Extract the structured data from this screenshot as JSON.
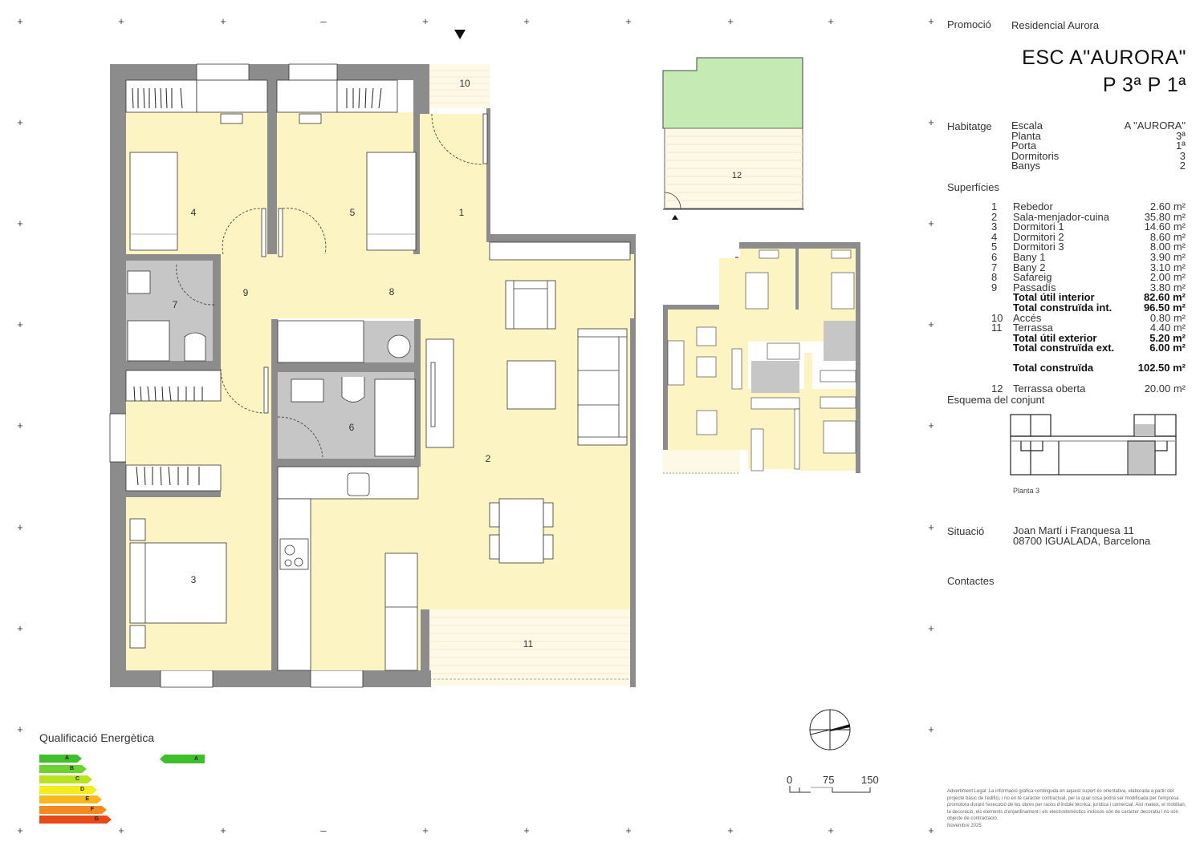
{
  "header": {
    "promotion_label": "Promoció",
    "promotion_value": "Residencial Aurora",
    "title_line1": "ESC A\"AURORA\"",
    "title_line2": "P 3ª P 1ª"
  },
  "dwelling": {
    "label": "Habitatge",
    "rows": [
      {
        "key": "Escala",
        "value": "A \"AURORA\""
      },
      {
        "key": "Planta",
        "value": "3ª"
      },
      {
        "key": "Porta",
        "value": "1ª"
      },
      {
        "key": "Dormitoris",
        "value": "3"
      },
      {
        "key": "Banys",
        "value": "2"
      }
    ]
  },
  "surfaces": {
    "label": "Superfícies",
    "rows": [
      {
        "n": "1",
        "name": "Rebedor",
        "value": "2.60 m²",
        "bold": false
      },
      {
        "n": "2",
        "name": "Sala-menjador-cuina",
        "value": "35.80 m²",
        "bold": false
      },
      {
        "n": "3",
        "name": "Dormitori 1",
        "value": "14.60 m²",
        "bold": false
      },
      {
        "n": "4",
        "name": "Dormitori 2",
        "value": "8.60 m²",
        "bold": false
      },
      {
        "n": "5",
        "name": "Dormitori 3",
        "value": "8.00 m²",
        "bold": false
      },
      {
        "n": "6",
        "name": "Bany 1",
        "value": "3.90 m²",
        "bold": false
      },
      {
        "n": "7",
        "name": "Bany 2",
        "value": "3.10 m²",
        "bold": false
      },
      {
        "n": "8",
        "name": "Safareig",
        "value": "2.00 m²",
        "bold": false
      },
      {
        "n": "9",
        "name": "Passadís",
        "value": "3.80 m²",
        "bold": false
      },
      {
        "n": "",
        "name": "Total útil interior",
        "value": "82.60 m²",
        "bold": true
      },
      {
        "n": "",
        "name": "Total construïda int.",
        "value": "96.50 m²",
        "bold": true
      },
      {
        "n": "10",
        "name": "Accés",
        "value": "0.80 m²",
        "bold": false
      },
      {
        "n": "11",
        "name": "Terrassa",
        "value": "4.40 m²",
        "bold": false
      },
      {
        "n": "",
        "name": "Total útil exterior",
        "value": "5.20 m²",
        "bold": true
      },
      {
        "n": "",
        "name": "Total construïda ext.",
        "value": "6.00 m²",
        "bold": true
      }
    ],
    "total_built": {
      "name": "Total construïda",
      "value": "102.50 m²"
    },
    "open_terrace": {
      "n": "12",
      "name": "Terrassa oberta",
      "value": "20.00 m²"
    }
  },
  "scheme": {
    "label": "Esquema del conjunt",
    "floor_label": "Planta 3"
  },
  "location": {
    "label": "Situació",
    "line1": "Joan Martí i Franquesa 11",
    "line2": "08700 IGUALADA, Barcelona"
  },
  "contacts": {
    "label": "Contactes"
  },
  "legal": {
    "text": "Advertiment Legal: La informació gràfica continguda en aquest suport és orientativa, elaborada a partir del projecte bàsic de l'edifici, i no en té caràcter contractual, per la qual cosa podrà ser modificada per l'empresa promotora durant l'execució de les obres per raons d'índole tècnica, jurídica i comercial. Així mateix, el mobiliari, la decoració, els elements d'enjardinament i els electrodomèstics inclosos són de caràcter decoratiu i no són objecte de contractació.",
    "date": "Novembre 2025"
  },
  "energy": {
    "label": "Qualificació Energètica",
    "classes": [
      {
        "letter": "A",
        "color": "#3fbf2c"
      },
      {
        "letter": "B",
        "color": "#6dd12f"
      },
      {
        "letter": "C",
        "color": "#b9e21f"
      },
      {
        "letter": "D",
        "color": "#f4ec1c"
      },
      {
        "letter": "E",
        "color": "#f6b81b"
      },
      {
        "letter": "F",
        "color": "#f18a23"
      },
      {
        "letter": "G",
        "color": "#e84a17"
      }
    ],
    "rating": "A"
  },
  "scale_bar": {
    "ticks": [
      "0",
      "75",
      "150"
    ]
  },
  "plan": {
    "rooms": [
      {
        "id": "1",
        "label": "1"
      },
      {
        "id": "2",
        "label": "2"
      },
      {
        "id": "3",
        "label": "3"
      },
      {
        "id": "4",
        "label": "4"
      },
      {
        "id": "5",
        "label": "5"
      },
      {
        "id": "6",
        "label": "6"
      },
      {
        "id": "7",
        "label": "7"
      },
      {
        "id": "8",
        "label": "8"
      },
      {
        "id": "9",
        "label": "9"
      },
      {
        "id": "10",
        "label": "10"
      },
      {
        "id": "11",
        "label": "11"
      },
      {
        "id": "12",
        "label": "12"
      }
    ],
    "colors": {
      "floor": "#fdf4c4",
      "wall": "#8c8c8c",
      "wet_room": "#c6c6c6",
      "garden": "#c6eab3",
      "terrace": "#fdf9e6"
    }
  }
}
